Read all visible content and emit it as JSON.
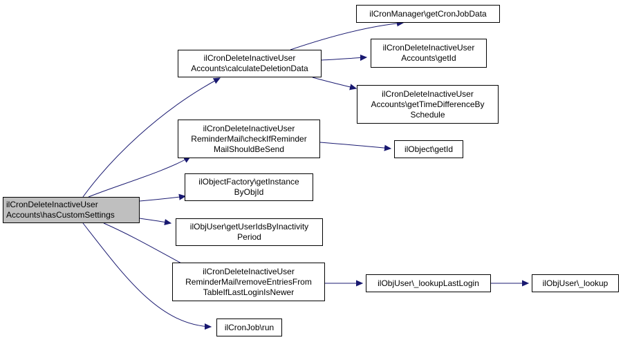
{
  "diagram": {
    "nodes": [
      {
        "id": "root",
        "lines": [
          "ilCronDeleteInactiveUser",
          "Accounts\\hasCustomSettings"
        ]
      },
      {
        "id": "calc",
        "lines": [
          "ilCronDeleteInactiveUser",
          "Accounts\\calculateDeletionData"
        ]
      },
      {
        "id": "check",
        "lines": [
          "ilCronDeleteInactiveUser",
          "ReminderMail\\checkIfReminder",
          "MailShouldBeSend"
        ]
      },
      {
        "id": "factory",
        "lines": [
          "ilObjectFactory\\getInstance",
          "ByObjId"
        ]
      },
      {
        "id": "getuserids",
        "lines": [
          "ilObjUser\\getUserIdsByInactivity",
          "Period"
        ]
      },
      {
        "id": "remove",
        "lines": [
          "ilCronDeleteInactiveUser",
          "ReminderMail\\removeEntriesFrom",
          "TableIfLastLoginIsNewer"
        ]
      },
      {
        "id": "run",
        "lines": [
          "ilCronJob\\run"
        ]
      },
      {
        "id": "cronjobdata",
        "lines": [
          "ilCronManager\\getCronJobData"
        ]
      },
      {
        "id": "getid1",
        "lines": [
          "ilCronDeleteInactiveUser",
          "Accounts\\getId"
        ]
      },
      {
        "id": "timediff",
        "lines": [
          "ilCronDeleteInactiveUser",
          "Accounts\\getTimeDifferenceBy",
          "Schedule"
        ]
      },
      {
        "id": "objgetid",
        "lines": [
          "ilObject\\getId"
        ]
      },
      {
        "id": "lastlogin",
        "lines": [
          "ilObjUser\\_lookupLastLogin"
        ]
      },
      {
        "id": "lookup",
        "lines": [
          "ilObjUser\\_lookup"
        ]
      }
    ],
    "edges": [
      {
        "from": "root",
        "to": "calc"
      },
      {
        "from": "root",
        "to": "check"
      },
      {
        "from": "root",
        "to": "factory"
      },
      {
        "from": "root",
        "to": "getuserids"
      },
      {
        "from": "root",
        "to": "remove"
      },
      {
        "from": "root",
        "to": "run"
      },
      {
        "from": "calc",
        "to": "cronjobdata"
      },
      {
        "from": "calc",
        "to": "getid1"
      },
      {
        "from": "calc",
        "to": "timediff"
      },
      {
        "from": "check",
        "to": "objgetid"
      },
      {
        "from": "remove",
        "to": "lastlogin"
      },
      {
        "from": "lastlogin",
        "to": "lookup"
      }
    ],
    "colors": {
      "edge": "#191970",
      "root_fill": "#bfbfbf",
      "node_fill": "#ffffff",
      "border": "#000000"
    }
  }
}
